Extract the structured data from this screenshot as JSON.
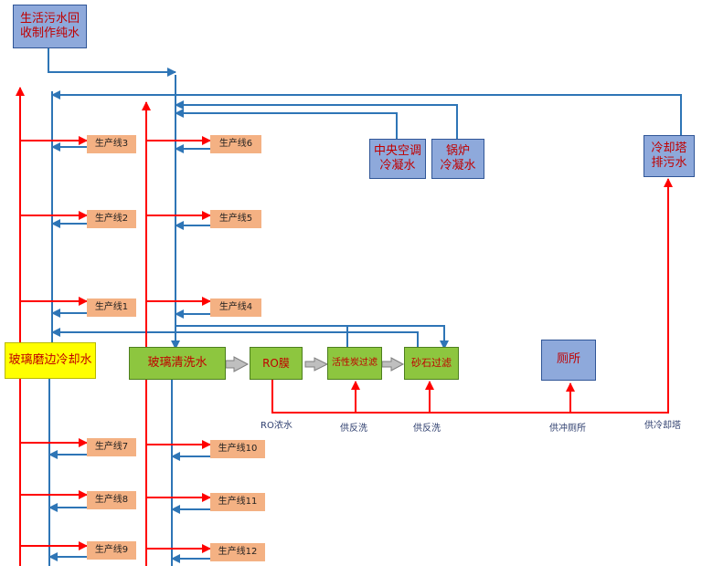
{
  "sources": {
    "domestic": [
      "生活污水回",
      "收制作纯水"
    ],
    "ac": [
      "中央空调",
      "冷凝水"
    ],
    "boiler": [
      "锅炉",
      "冷凝水"
    ],
    "tower": [
      "冷却塔",
      "排污水"
    ]
  },
  "process": {
    "sand": "砂石过滤",
    "carbon": "活性炭过滤",
    "ro": "RO膜",
    "glass_wash": "玻璃清洗水",
    "glass_edge": "玻璃磨边冷却水",
    "toilet": "厕所"
  },
  "lines": {
    "l1": "生产线1",
    "l2": "生产线2",
    "l3": "生产线3",
    "l4": "生产线4",
    "l5": "生产线5",
    "l6": "生产线6",
    "l7": "生产线7",
    "l8": "生产线8",
    "l9": "生产线9",
    "l10": "生产线10",
    "l11": "生产线11",
    "l12": "生产线12"
  },
  "labels": {
    "ro_conc": "RO浓水",
    "backwash1": "供反洗",
    "backwash2": "供反洗",
    "toilet_supply": "供冲厕所",
    "tower_supply": "供冷却塔"
  },
  "colors": {
    "supply": "#ff0000",
    "return": "#2e75b6"
  }
}
